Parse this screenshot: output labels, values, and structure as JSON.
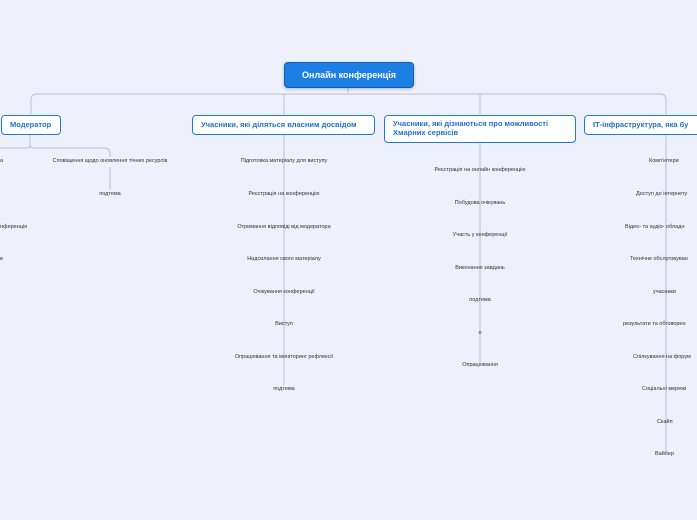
{
  "colors": {
    "background": "#eef0fb",
    "root_fill": "#1d7fe3",
    "branch_border": "#1f7ae0",
    "connector": "#b7bfd4"
  },
  "root": {
    "label": "Онлайн конференція"
  },
  "branches": [
    {
      "label": "Модератор",
      "children": [
        "Сповіщення щодо оновлення тічних ресурсів",
        "подтема"
      ],
      "cut_left": [
        "а",
        "нференція",
        "в"
      ]
    },
    {
      "label": "Учасники, які діляться власним досвідом",
      "children": [
        "Підготовка матеріалу для виступу",
        "Реєстрація на конференцію",
        "Отримання відповіді від модератора",
        "Надсилання свого матеріалу",
        "Очікування конференції",
        "Виступ",
        "Опрацювання та моніторинг рефлексії",
        "подтема"
      ]
    },
    {
      "label": "Учасники, які дізнаються про можливості Хмарних сервісів",
      "children": [
        "Реєстрація на онлайн конференцію",
        "Побудова очікувань",
        "Участь у конференції",
        "Виконання завдань",
        "подтема",
        "о",
        "Опрацювання"
      ]
    },
    {
      "label": "ІТ-інфраструктура, яка бу",
      "children": [
        "Комп'ютери",
        "Доступ до інтернету",
        "Відео- та аудіо- обладн",
        "Технічне обслуговуван",
        "учасники",
        "результати та обговорен",
        "Спілкування на форум",
        "Соціальні мережі",
        "Скайп",
        "Вайбер"
      ]
    }
  ]
}
